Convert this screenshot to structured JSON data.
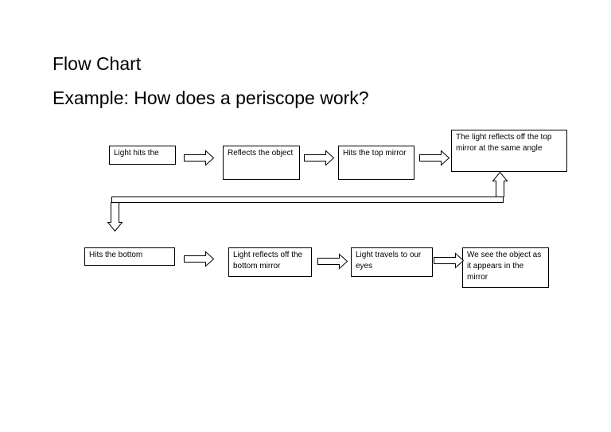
{
  "page": {
    "title": "Flow Chart",
    "subtitle": "Example: How does a periscope work?"
  },
  "flowchart": {
    "steps": [
      "Light hits the",
      "Reflects the object",
      "Hits the top mirror",
      "The light reflects off the top mirror at the same angle",
      "Hits the bottom",
      "Light reflects off the bottom mirror",
      "Light travels to our eyes",
      "We see the object as it appears in the mirror"
    ]
  }
}
